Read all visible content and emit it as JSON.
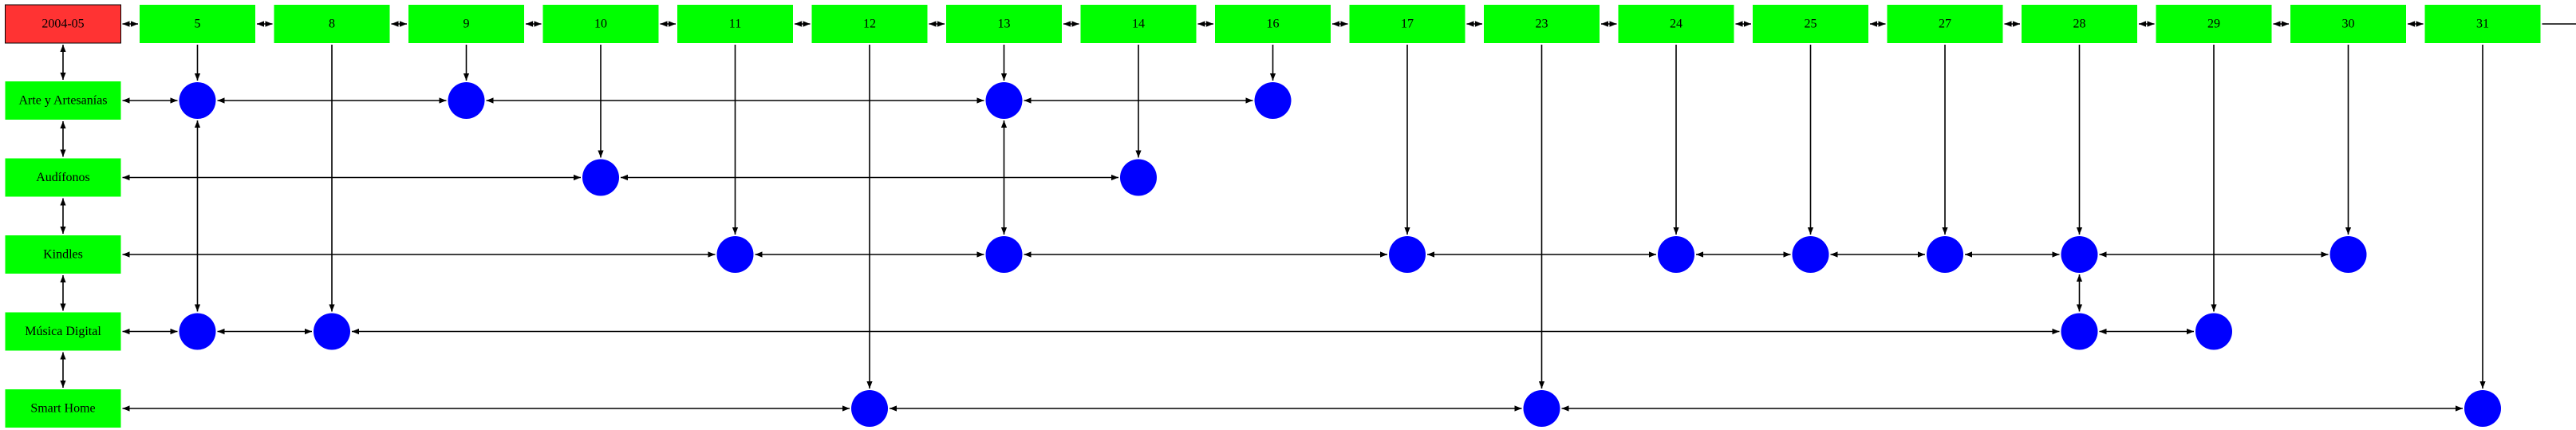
{
  "colors": {
    "period_fill": "#ff3333",
    "day_fill": "#00ff00",
    "category_fill": "#00ff00",
    "event_fill": "#0000ff",
    "edge": "#000000"
  },
  "period": {
    "label": "2004-05"
  },
  "days": [
    "5",
    "8",
    "9",
    "10",
    "11",
    "12",
    "13",
    "14",
    "16",
    "17",
    "23",
    "24",
    "25",
    "27",
    "28",
    "29",
    "30",
    "31"
  ],
  "categories": [
    "Arte y Artesanías",
    "Audífonos",
    "Kindles",
    "Música Digital",
    "Smart Home"
  ],
  "events": {
    "Arte y Artesanías": [
      "5",
      "9",
      "13",
      "16"
    ],
    "Audífonos": [
      "10",
      "14"
    ],
    "Kindles": [
      "11",
      "13",
      "17",
      "24",
      "25",
      "27",
      "28",
      "30"
    ],
    "Música Digital": [
      "5",
      "8",
      "28",
      "29"
    ],
    "Smart Home": [
      "12",
      "23",
      "31"
    ]
  }
}
